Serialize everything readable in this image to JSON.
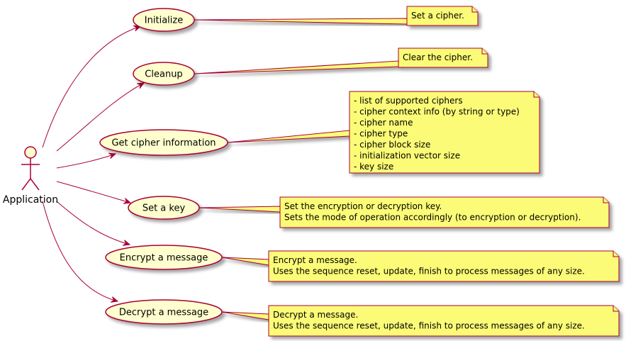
{
  "colors": {
    "line": "#A80036",
    "usecase_fill": "#FEFECE",
    "note_fill": "#FBFB77",
    "note_border": "#A80036"
  },
  "actor": {
    "name": "Application",
    "icon": "stick-figure-icon"
  },
  "use_cases": [
    {
      "id": "initialize",
      "label": "Initialize",
      "note": [
        "Set a cipher."
      ]
    },
    {
      "id": "cleanup",
      "label": "Cleanup",
      "note": [
        "Clear the cipher."
      ]
    },
    {
      "id": "get-cipher-information",
      "label": "Get cipher information",
      "note": [
        "- list of supported ciphers",
        "- cipher context info (by string or type)",
        "- cipher name",
        "- cipher type",
        "- cipher block size",
        "- initialization vector size",
        "- key size"
      ]
    },
    {
      "id": "set-a-key",
      "label": "Set a key",
      "note": [
        "Set the encryption or decryption key.",
        "Sets the mode of operation accordingly (to encryption or decryption)."
      ]
    },
    {
      "id": "encrypt-a-message",
      "label": "Encrypt a message",
      "note": [
        "Encrypt a message.",
        "Uses the sequence reset, update, finish to process messages of any size."
      ]
    },
    {
      "id": "decrypt-a-message",
      "label": "Decrypt a message",
      "note": [
        "Decrypt a message.",
        "Uses the sequence reset, update, finish to process messages of any size."
      ]
    }
  ]
}
